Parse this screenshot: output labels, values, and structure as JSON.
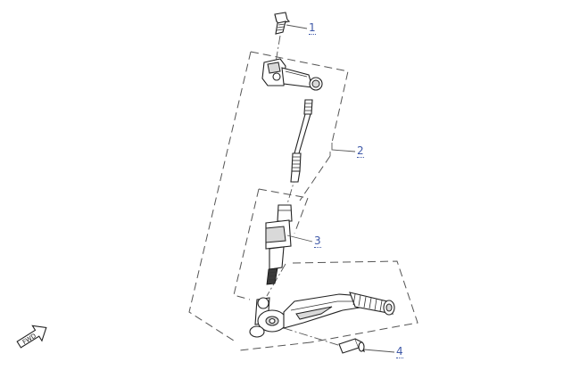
{
  "callouts": [
    {
      "id": "c1",
      "label": "1",
      "part": "bolt"
    },
    {
      "id": "c2",
      "label": "2",
      "part": "shift-linkage-rod"
    },
    {
      "id": "c3",
      "label": "3",
      "part": "shift-arm"
    },
    {
      "id": "c4",
      "label": "4",
      "part": "bolt"
    }
  ],
  "orientation_badge": "FWD",
  "colors": {
    "callout": "#3f59a8",
    "line": "#222222",
    "dash": "#555555"
  }
}
